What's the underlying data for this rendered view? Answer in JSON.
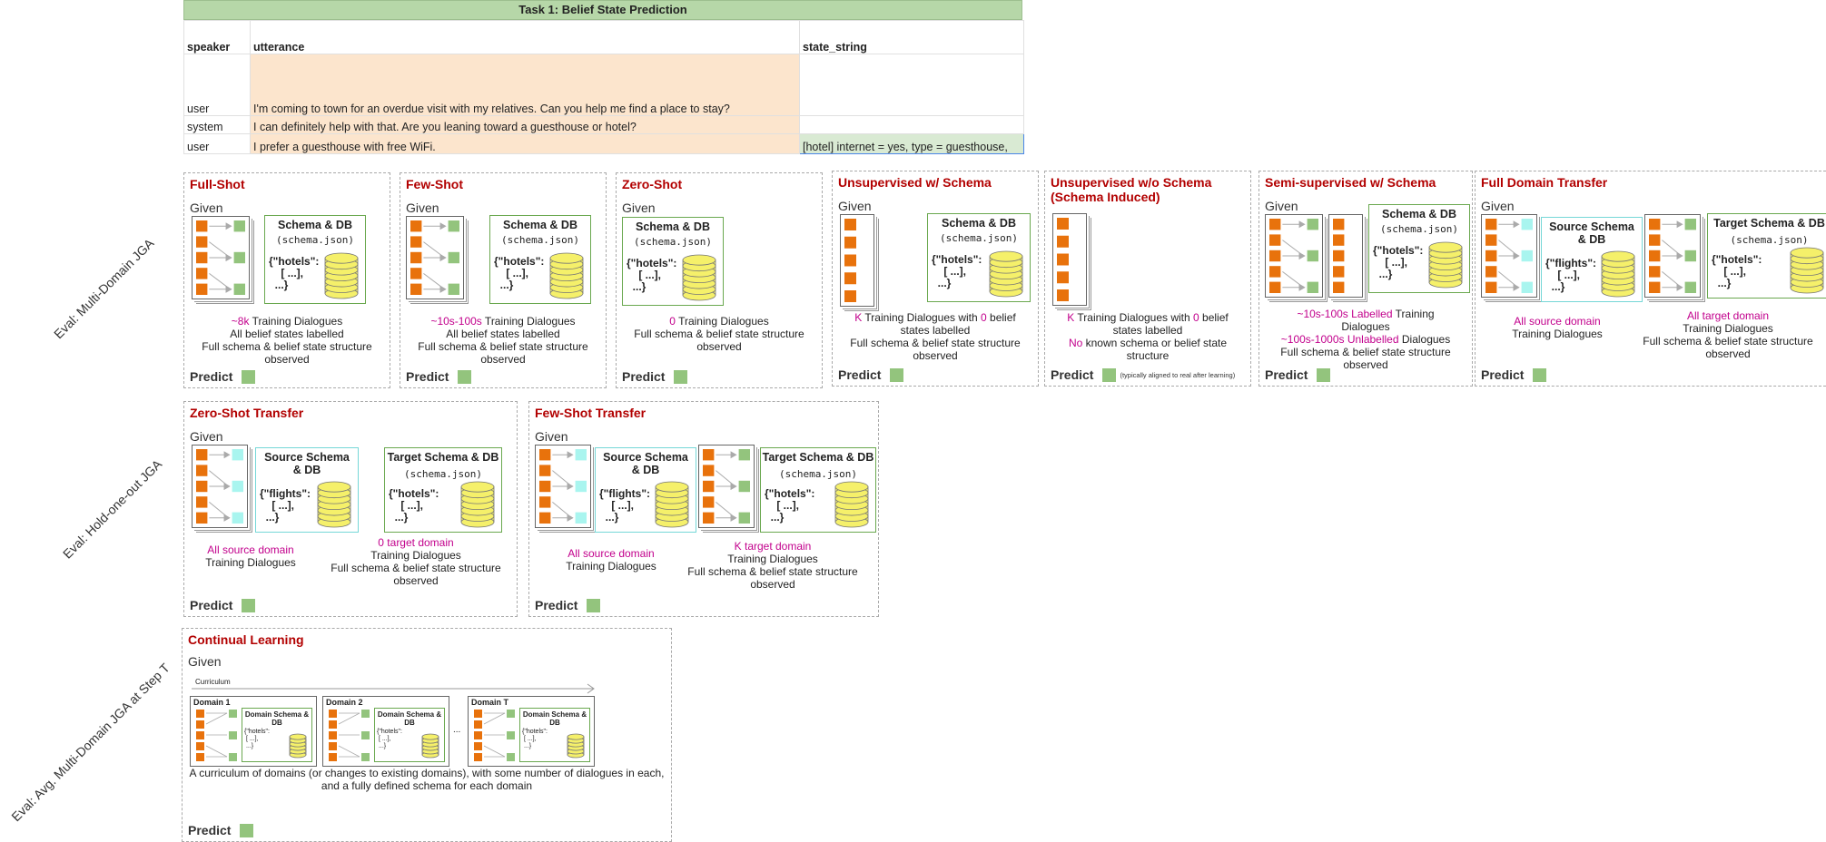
{
  "table": {
    "title": "Task 1: Belief State Prediction",
    "headers": [
      "speaker",
      "utterance",
      "state_string"
    ],
    "rows": [
      {
        "speaker": "user",
        "utterance": "I'm coming to town for an overdue visit with my relatives. Can you help me find a place to stay?",
        "state": ""
      },
      {
        "speaker": "system",
        "utterance": "I can definitely help with that. Are you leaning toward a guesthouse or hotel?",
        "state": ""
      },
      {
        "speaker": "user",
        "utterance": "I prefer a guesthouse with free WiFi.",
        "state": "[hotel] internet = yes, type = guesthouse,"
      }
    ]
  },
  "eval_labels": {
    "row1": "Eval: Multi-Domain JGA",
    "row2": "Eval: Hold-one-out JGA",
    "row3": "Eval: Avg. Multi-Domain JGA at Step T"
  },
  "common": {
    "given": "Given",
    "predict": "Predict",
    "schema_db": "Schema & DB",
    "schema_file": "(schema.json)",
    "source_schema": "Source Schema & DB",
    "target_schema": "Target Schema & DB",
    "hotels_code": "{\"hotels\":\n    [ ...],\n  ...}",
    "flights_code": "{\"flights\":\n    [ ...],\n  ...}"
  },
  "panels": {
    "full_shot": {
      "title": "Full-Shot",
      "d1": "~8k",
      "d1b": " Training Dialogues",
      "d2": "All belief states labelled",
      "d3": "Full schema & belief state structure",
      "d4": "observed"
    },
    "few_shot": {
      "title": "Few-Shot",
      "d1": "~10s-100s",
      "d1b": " Training Dialogues",
      "d2": "All belief states labelled",
      "d3": "Full schema & belief state structure",
      "d4": "observed"
    },
    "zero_shot": {
      "title": "Zero-Shot",
      "d1": "0",
      "d1b": " Training Dialogues",
      "d2": "Full schema & belief state structure",
      "d3": "observed"
    },
    "unsup_schema": {
      "title": "Unsupervised w/ Schema",
      "d1a": "K",
      "d1b": " Training Dialogues with ",
      "d1c": "0",
      "d1d": " belief",
      "d2": "states labelled",
      "d3": "Full schema & belief state structure",
      "d4": "observed"
    },
    "unsup_noschema": {
      "title": "Unsupervised w/o Schema",
      "title2": "(Schema Induced)",
      "d1a": "K",
      "d1b": " Training Dialogues with ",
      "d1c": "0",
      "d1d": " belief",
      "d2": "states labelled",
      "d3a": "No",
      "d3b": " known schema or belief state",
      "d4": "structure",
      "note": "(typically aligned to real after learning)"
    },
    "semi": {
      "title": "Semi-supervised w/ Schema",
      "d1a": "~10s-100s Labelled",
      "d1b": " Training",
      "d2": "Dialogues",
      "d3a": "~100s-1000s Unlabelled",
      "d3b": " Dialogues",
      "d4": "Full schema & belief state structure",
      "d5": "observed"
    },
    "full_transfer": {
      "title": "Full Domain Transfer",
      "s1": "All source domain",
      "s2": "Training Dialogues",
      "t1": "All target domain",
      "t2": "Training Dialogues",
      "t3": "Full schema & belief state structure",
      "t4": "observed"
    },
    "zero_transfer": {
      "title": "Zero-Shot Transfer",
      "s1": "All source domain",
      "s2": "Training Dialogues",
      "t1": "0 target domain",
      "t2": "Training Dialogues",
      "t3": "Full schema & belief state structure",
      "t4": "observed"
    },
    "few_transfer": {
      "title": "Few-Shot Transfer",
      "s1": "All source domain",
      "s2": "Training Dialogues",
      "t1": "K target domain",
      "t2": "Training Dialogues",
      "t3": "Full schema & belief state structure",
      "t4": "observed"
    },
    "continual": {
      "title": "Continual Learning",
      "curriculum": "Curriculum",
      "domain1": "Domain 1",
      "domain2": "Domain 2",
      "domainT": "Domain T",
      "ellipsis": "...",
      "domain_schema": "Domain Schema & DB",
      "mini_code": "{\"hotels\":\n [ ...],\n ...}",
      "desc1": "A curriculum of domains (or changes to existing domains), with some number of dialogues in each,",
      "desc2": "and a fully defined schema for each domain"
    }
  },
  "colors": {
    "title_red": "#b20000",
    "magenta": "#c2008c",
    "orange": "#e8720c",
    "green": "#93c47d",
    "cyan": "#a9f5ef",
    "yellow": "#f5f06a"
  }
}
